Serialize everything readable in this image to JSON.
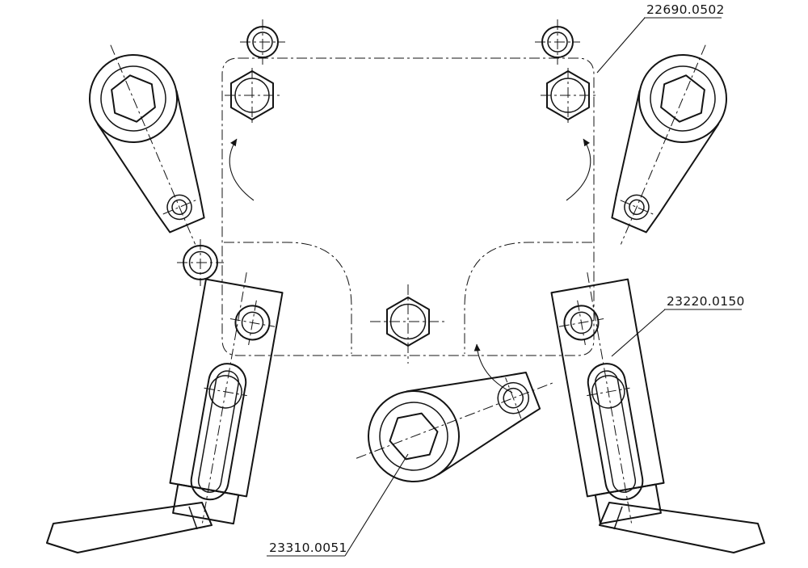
{
  "colors": {
    "background": "#ffffff",
    "line": "#141414"
  },
  "drawing": {
    "callouts": [
      {
        "part_number": "22690.0502",
        "points_to": "top-right-hex-bolt"
      },
      {
        "part_number": "23220.0150",
        "points_to": "right-vertical-clamp"
      },
      {
        "part_number": "23310.0051",
        "points_to": "center-swing-clamp"
      }
    ]
  }
}
